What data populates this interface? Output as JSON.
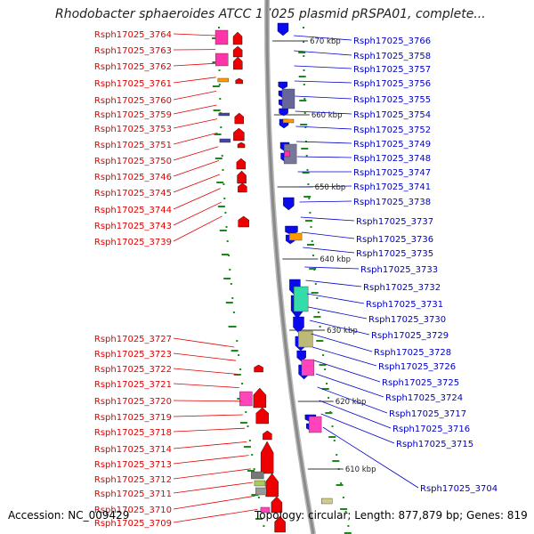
{
  "title": "Rhodobacter sphaeroides ATCC 17025 plasmid pRSPA01, complete...",
  "footer": {
    "accession": "Accession: NC_009429",
    "summary": "Topology: circular; Length: 877,879 bp; Genes: 819"
  },
  "colors": {
    "left_label": "#e00000",
    "right_label": "#0000c8",
    "backbone": "#8a8a8a",
    "tick": "#1a8a1a",
    "forward_gene": "#ee0000",
    "reverse_gene": "#0a0aee"
  },
  "kbp_marks": [
    "670 kbp",
    "660 kbp",
    "650 kbp",
    "640 kbp",
    "630 kbp",
    "620 kbp",
    "610 kbp"
  ],
  "left_labels": [
    "Rsph17025_3764",
    "Rsph17025_3763",
    "Rsph17025_3762",
    "Rsph17025_3761",
    "Rsph17025_3760",
    "Rsph17025_3759",
    "Rsph17025_3753",
    "Rsph17025_3751",
    "Rsph17025_3750",
    "Rsph17025_3746",
    "Rsph17025_3745",
    "Rsph17025_3744",
    "Rsph17025_3743",
    "Rsph17025_3739",
    "Rsph17025_3727",
    "Rsph17025_3723",
    "Rsph17025_3722",
    "Rsph17025_3721",
    "Rsph17025_3720",
    "Rsph17025_3719",
    "Rsph17025_3718",
    "Rsph17025_3714",
    "Rsph17025_3713",
    "Rsph17025_3712",
    "Rsph17025_3711",
    "Rsph17025_3710",
    "Rsph17025_3709"
  ],
  "right_labels": [
    "Rsph17025_3766",
    "Rsph17025_3758",
    "Rsph17025_3757",
    "Rsph17025_3756",
    "Rsph17025_3755",
    "Rsph17025_3754",
    "Rsph17025_3752",
    "Rsph17025_3749",
    "Rsph17025_3748",
    "Rsph17025_3747",
    "Rsph17025_3741",
    "Rsph17025_3738",
    "Rsph17025_3737",
    "Rsph17025_3736",
    "Rsph17025_3735",
    "Rsph17025_3733",
    "Rsph17025_3732",
    "Rsph17025_3731",
    "Rsph17025_3730",
    "Rsph17025_3729",
    "Rsph17025_3728",
    "Rsph17025_3726",
    "Rsph17025_3725",
    "Rsph17025_3724",
    "Rsph17025_3717",
    "Rsph17025_3716",
    "Rsph17025_3715",
    "Rsph17025_3704"
  ]
}
